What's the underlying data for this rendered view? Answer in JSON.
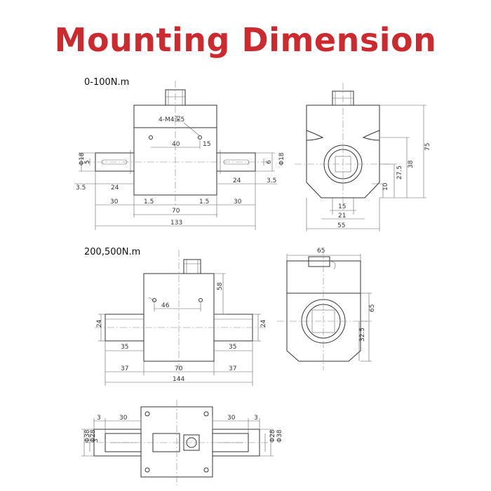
{
  "title": "Mounting Dimension",
  "sections": {
    "s1_label": "0-100N.m",
    "s2_label": "200,500N.m"
  },
  "dims1": {
    "hole_note": "4-M4深5",
    "d40": "40",
    "d15a": "15",
    "shaft_left": "Φ18",
    "shaft_left2": "5",
    "shaft_right": "Φ18",
    "shaft_right2": "6",
    "d35l": "3.5",
    "d24l": "24",
    "d24r": "24",
    "d35r": "3.5",
    "d30l": "30",
    "d15l": "1.5",
    "d70": "70",
    "d15r": "1.5",
    "d30r": "30",
    "d133": "133",
    "side_75": "75",
    "side_38": "38",
    "side_275": "27.5",
    "side_10": "10",
    "side_15": "15",
    "side_21": "21",
    "side_55": "55"
  },
  "dims2": {
    "d58": "58",
    "d46": "46",
    "d24l": "24",
    "d24r": "24",
    "d35l": "35",
    "d35r": "35",
    "d37l": "37",
    "d70": "70",
    "d37r": "37",
    "d144": "144",
    "side_65top": "65",
    "side_65": "65",
    "side_325": "32.5"
  },
  "dims3": {
    "d3l": "3",
    "d30l": "30",
    "d30r": "30",
    "d3r": "3",
    "phi38l": "Φ38",
    "phi28l": "Φ28",
    "d3sl": "3",
    "phi28r": "Φ28",
    "phi38r": "Φ38"
  }
}
